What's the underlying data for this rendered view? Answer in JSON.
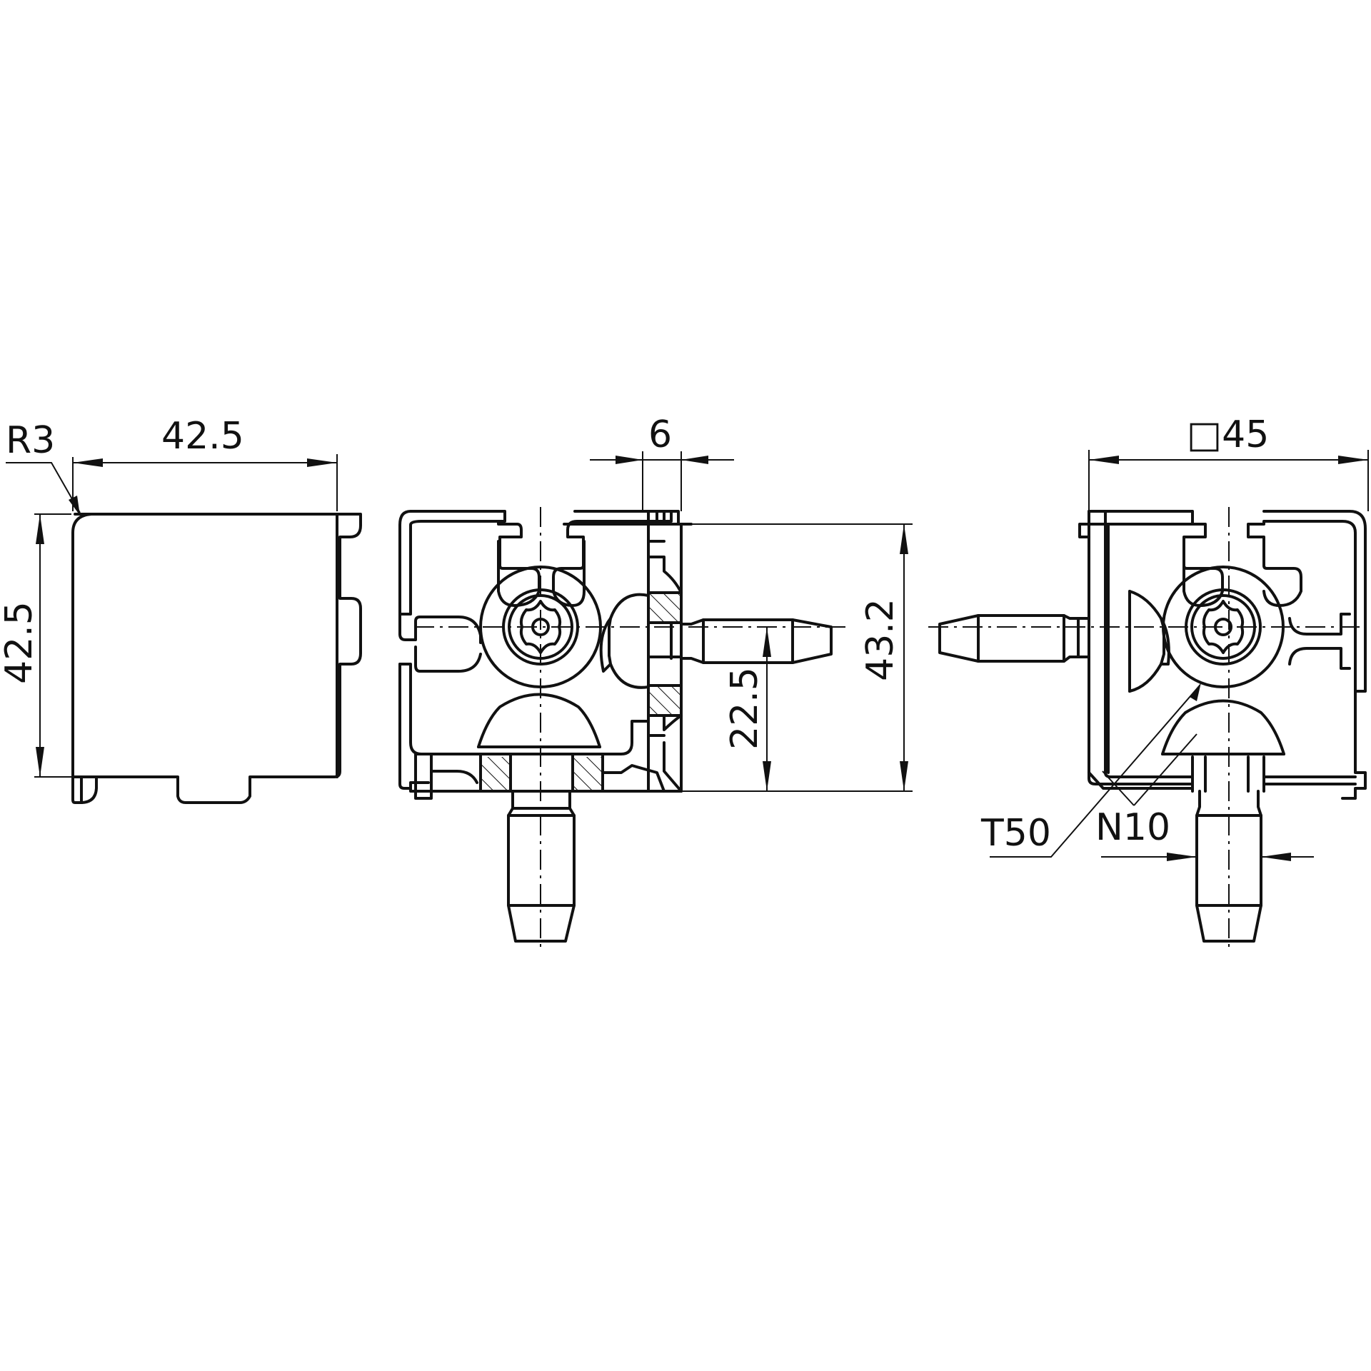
{
  "dimensions": {
    "radius": "R3",
    "width_left": "42.5",
    "height_left": "42.5",
    "thickness": "6",
    "offset": "22.5",
    "height_mid": "43.2",
    "square": "□45",
    "torx": "T50",
    "wrench": "N10"
  },
  "colors": {
    "line": "#111111",
    "background": "#ffffff"
  }
}
